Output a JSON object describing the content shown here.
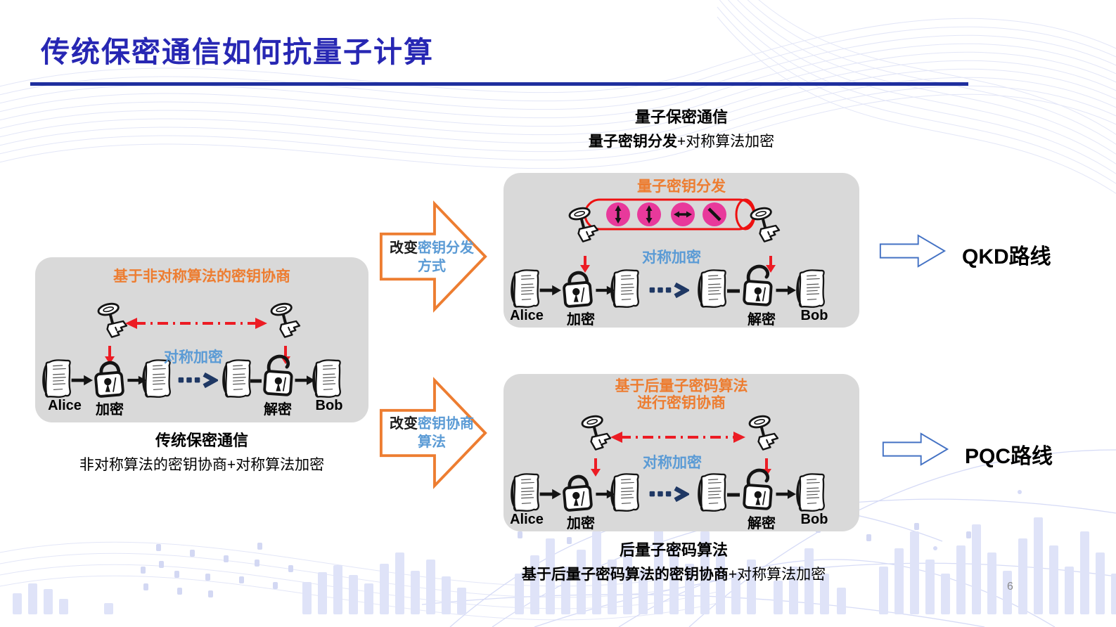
{
  "slide": {
    "title": "传统保密通信如何抗量子计算",
    "page_number": "6"
  },
  "colors": {
    "title_blue": "#2727b3",
    "underline_blue": "#1f2f9e",
    "accent_orange": "#ED7D31",
    "key_blue": "#5B9BD5",
    "navy": "#1F3864",
    "red": "#EC1C24",
    "panel_gray": "#D9D9D9",
    "photon_pink": "#E8399B",
    "route_arrow_blue": "#4472C4"
  },
  "left_panel": {
    "title": "基于非对称算法的密钥协商",
    "symmetric_label": "对称加密",
    "alice": "Alice",
    "encrypt": "加密",
    "decrypt": "解密",
    "bob": "Bob"
  },
  "left_caption": {
    "line1": "传统保密通信",
    "line2": "非对称算法的密钥协商+对称算法加密"
  },
  "transition_arrows": {
    "top": {
      "prefix": "改变",
      "highlight": "密钥分发",
      "line2": "方式"
    },
    "bottom": {
      "prefix": "改变",
      "highlight": "密钥协商",
      "line2": "算法"
    }
  },
  "qkd_header": {
    "line1": "量子保密通信",
    "line2_bold": "量子密钥分发",
    "line2_rest": "+对称算法加密"
  },
  "qkd_panel": {
    "title": "量子密钥分发",
    "symmetric_label": "对称加密",
    "alice": "Alice",
    "encrypt": "加密",
    "decrypt": "解密",
    "bob": "Bob"
  },
  "pqc_panel": {
    "title_line1": "基于后量子密码算法",
    "title_line2": "进行密钥协商",
    "symmetric_label": "对称加密",
    "alice": "Alice",
    "encrypt": "加密",
    "decrypt": "解密",
    "bob": "Bob"
  },
  "routes": {
    "qkd": "QKD路线",
    "pqc": "PQC路线"
  },
  "pqc_caption": {
    "line1": "后量子密码算法",
    "line2_bold": "基于后量子密码算法的密钥协商",
    "line2_rest": "+对称算法加密"
  }
}
